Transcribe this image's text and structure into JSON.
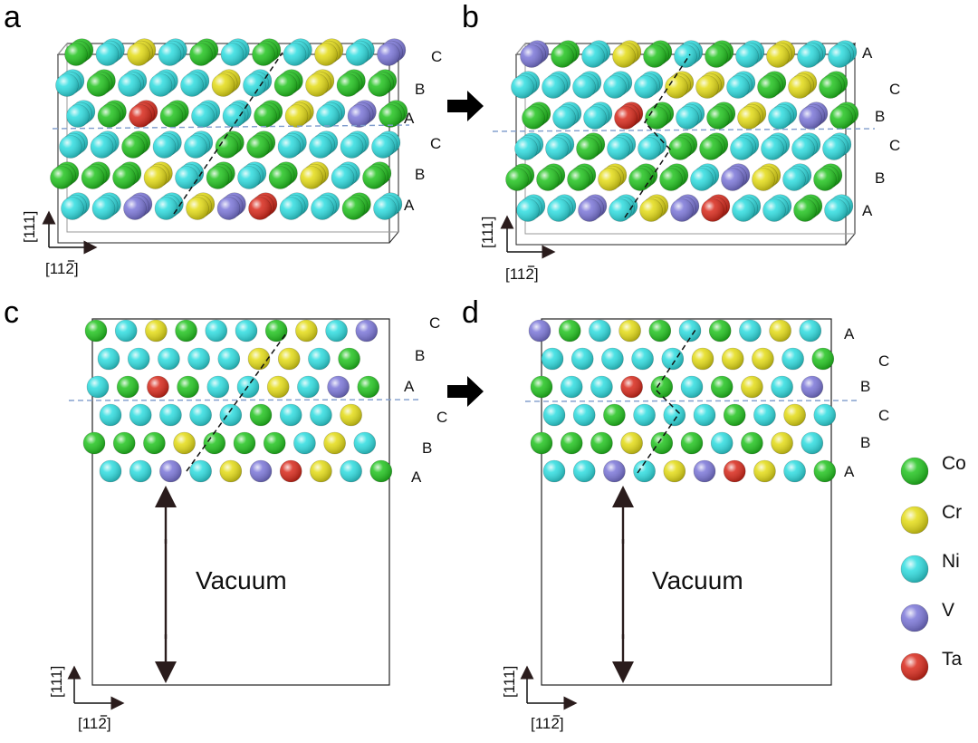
{
  "colors": {
    "Co": "#22c41f",
    "Cr": "#e4dc16",
    "Ni": "#2fdde0",
    "V": "#7b76d8",
    "Ta": "#d8281a",
    "background": "#ffffff",
    "fault_plane": "#7f9ccc"
  },
  "panels": [
    {
      "id": "a",
      "label": "a",
      "stacking": [
        "C",
        "B",
        "A",
        "C",
        "B",
        "A"
      ],
      "axes": {
        "vertical": "[111]",
        "horizontal": "[112]"
      },
      "rows": [
        [
          "Co",
          "Ni",
          "Cr",
          "Ni",
          "Co",
          "Ni",
          "Co",
          "Ni",
          "Cr",
          "Ni",
          "V"
        ],
        [
          "Ni",
          "Co",
          "Ni",
          "Ni",
          "Ni",
          "Cr",
          "Ni",
          "Co",
          "Cr",
          "Co",
          "Co"
        ],
        [
          "Ni",
          "Co",
          "Ta",
          "Co",
          "Ni",
          "Ni",
          "Co",
          "Cr",
          "Ni",
          "V",
          "Co"
        ],
        [
          "Ni",
          "Ni",
          "Co",
          "Ni",
          "Ni",
          "Co",
          "Co",
          "Ni",
          "Ni",
          "Ni",
          "Ni"
        ],
        [
          "Co",
          "Co",
          "Co",
          "Cr",
          "Ni",
          "Co",
          "Ni",
          "Co",
          "Cr",
          "Ni",
          "Co"
        ],
        [
          "Ni",
          "Ni",
          "V",
          "Ni",
          "Cr",
          "V",
          "Ta",
          "Ni",
          "Ni",
          "Co",
          "Ni"
        ]
      ]
    },
    {
      "id": "b",
      "label": "b",
      "stacking": [
        "A",
        "C",
        "B",
        "C",
        "B",
        "A"
      ],
      "axes": {
        "vertical": "[111]",
        "horizontal": "[112]"
      },
      "rows": [
        [
          "V",
          "Co",
          "Ni",
          "Cr",
          "Co",
          "Ni",
          "Co",
          "Ni",
          "Cr",
          "Ni",
          "Ni"
        ],
        [
          "Ni",
          "Ni",
          "Ni",
          "Ni",
          "Ni",
          "Cr",
          "Cr",
          "Ni",
          "Co",
          "Cr",
          "Co"
        ],
        [
          "Co",
          "Ni",
          "Ni",
          "Ta",
          "Co",
          "Ni",
          "Co",
          "Cr",
          "Ni",
          "V",
          "Co"
        ],
        [
          "Ni",
          "Ni",
          "Co",
          "Ni",
          "Ni",
          "Co",
          "Co",
          "Ni",
          "Ni",
          "Ni",
          "Ni"
        ],
        [
          "Co",
          "Co",
          "Co",
          "Cr",
          "Co",
          "Co",
          "Ni",
          "V",
          "Cr",
          "Ni",
          "Co"
        ],
        [
          "Ni",
          "Ni",
          "V",
          "Ni",
          "Cr",
          "V",
          "Ta",
          "Ni",
          "Ni",
          "Co",
          "Ni"
        ]
      ]
    },
    {
      "id": "c",
      "label": "c",
      "stacking": [
        "C",
        "B",
        "A",
        "C",
        "B",
        "A"
      ],
      "axes": {
        "vertical": "[111]",
        "horizontal": "[112]"
      },
      "vacuum_label": "Vacuum",
      "rows": [
        [
          "Co",
          "Ni",
          "Cr",
          "Co",
          "Ni",
          "Ni",
          "Co",
          "Cr",
          "Ni",
          "V"
        ],
        [
          "Ni",
          "Ni",
          "Ni",
          "Ni",
          "Ni",
          "Cr",
          "Cr",
          "Ni",
          "Co"
        ],
        [
          "Ni",
          "Co",
          "Ta",
          "Co",
          "Ni",
          "Ni",
          "Cr",
          "Ni",
          "V",
          "Co"
        ],
        [
          "Ni",
          "Ni",
          "Ni",
          "Ni",
          "Ni",
          "Co",
          "Ni",
          "Ni",
          "Cr"
        ],
        [
          "Co",
          "Co",
          "Co",
          "Cr",
          "Co",
          "Co",
          "Co",
          "Ni",
          "Cr",
          "Ni"
        ],
        [
          "Ni",
          "Ni",
          "V",
          "Ni",
          "Cr",
          "V",
          "Ta",
          "Cr",
          "Ni",
          "Co"
        ]
      ]
    },
    {
      "id": "d",
      "label": "d",
      "stacking": [
        "A",
        "C",
        "B",
        "C",
        "B",
        "A"
      ],
      "axes": {
        "vertical": "[111]",
        "horizontal": "[112]"
      },
      "vacuum_label": "Vacuum",
      "rows": [
        [
          "V",
          "Co",
          "Ni",
          "Cr",
          "Co",
          "Ni",
          "Co",
          "Ni",
          "Cr",
          "Ni"
        ],
        [
          "Ni",
          "Ni",
          "Ni",
          "Ni",
          "Ni",
          "Cr",
          "Cr",
          "Cr",
          "Ni",
          "Co"
        ],
        [
          "Co",
          "Ni",
          "Ni",
          "Ta",
          "Co",
          "Ni",
          "Co",
          "Cr",
          "Ni",
          "V"
        ],
        [
          "Ni",
          "Ni",
          "Co",
          "Ni",
          "Ni",
          "Ni",
          "Co",
          "Ni",
          "Cr",
          "Ni"
        ],
        [
          "Co",
          "Co",
          "Co",
          "Cr",
          "Co",
          "Co",
          "Ni",
          "Co",
          "Cr",
          "Ni"
        ],
        [
          "Ni",
          "Ni",
          "V",
          "Ni",
          "Cr",
          "V",
          "Ta",
          "Cr",
          "Ni",
          "Co"
        ]
      ]
    }
  ],
  "legend": [
    {
      "element": "Co",
      "label": "Co"
    },
    {
      "element": "Cr",
      "label": "Cr"
    },
    {
      "element": "Ni",
      "label": "Ni"
    },
    {
      "element": "V",
      "label": "V"
    },
    {
      "element": "Ta",
      "label": "Ta"
    }
  ]
}
